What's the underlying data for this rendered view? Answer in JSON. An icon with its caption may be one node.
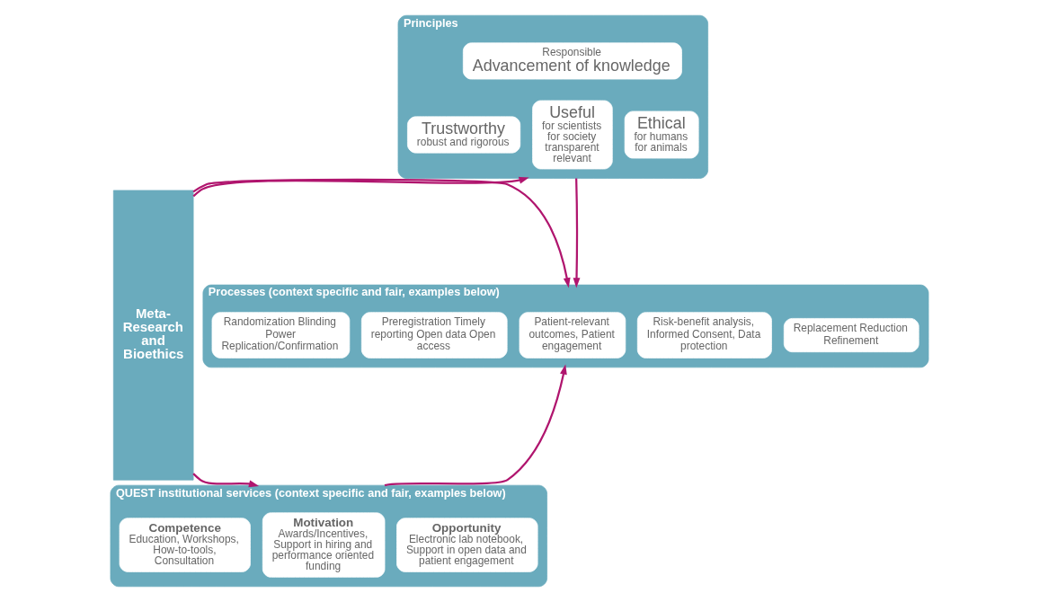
{
  "diagram": {
    "nodes": [
      {
        "text": [
          "Meta-Research and Bioethics"
        ]
      },
      {
        "text": [
          "Principles"
        ]
      },
      {
        "text": [
          "Responsible",
          "Advancement of knowledge"
        ],
        "in": 1
      },
      {
        "text": [
          "Trustworthy",
          "robust and rigorous"
        ],
        "in": 1
      },
      {
        "text": [
          "Useful",
          "for scientists",
          "for society",
          "transparent",
          "relevant"
        ],
        "in": 1
      },
      {
        "text": [
          "Ethical",
          "for humans",
          "for animals"
        ],
        "in": 1
      },
      {
        "text": [
          "Processes (context specific and fair, examples below)"
        ]
      },
      {
        "text": [
          "Randomization Blinding Power Replication/Confirmation"
        ],
        "in": 6
      },
      {
        "text": [
          "Preregistration Timely reporting Open data Open access"
        ],
        "in": 6
      },
      {
        "text": [
          "Patient-relevant outcomes, Patient engagement"
        ],
        "in": 6
      },
      {
        "text": [
          "Risk-benefit analysis, Informed Consent, Data protection"
        ],
        "in": 6
      },
      {
        "text": [
          "Replacement Reduction Refinement"
        ],
        "in": 6
      },
      {
        "text": [
          "QUEST institutional services (context specific and fair, examples below)"
        ]
      },
      {
        "text": [
          "Competence",
          "Education, Workshops, How-to-tools, Consultation"
        ],
        "in": 12
      },
      {
        "text": [
          "Motivation",
          "Awards/Incentives, Support in hiring and performance oriented funding"
        ],
        "in": 12
      },
      {
        "text": [
          "Opportunity",
          "Electronic lab notebook, Support in open data and patient engagement"
        ],
        "in": 12
      }
    ],
    "edges": [
      {
        "from": 0,
        "to": 1,
        "arrow": "to"
      },
      {
        "from": 0,
        "to": 6,
        "arrow": "to"
      },
      {
        "from": 0,
        "to": 12,
        "arrow": "to"
      },
      {
        "from": 1,
        "to": 6,
        "arrow": "to"
      },
      {
        "from": 12,
        "to": 6,
        "arrow": "to"
      }
    ]
  }
}
